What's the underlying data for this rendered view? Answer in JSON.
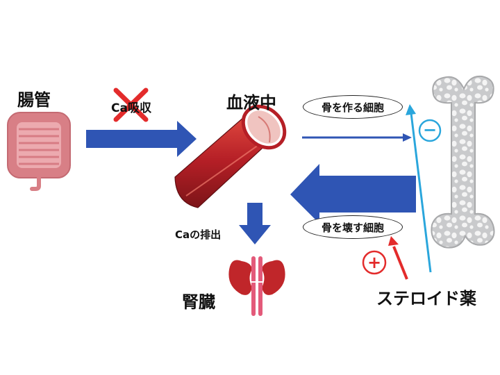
{
  "labels": {
    "intestine": "腸管",
    "blood": "血液中",
    "kidney": "腎臓",
    "ca_absorption": "Ca吸収",
    "ca_excretion": "Caの排出",
    "bone_forming": "骨を作る細胞",
    "bone_breaking": "骨を壊す細胞",
    "steroid": "ステロイド薬"
  },
  "signs": {
    "inhibit": "−",
    "promote": "+"
  },
  "colors": {
    "arrow_blue": "#2f55b4",
    "blood_red": "#c0262a",
    "cyan": "#2aa6dc",
    "red": "#e32b2b",
    "intestine": "#d87f86",
    "bone": "#d6d7d8"
  },
  "icons": [
    "intestine-icon",
    "blood-vessel-icon",
    "kidney-icon",
    "bone-icon",
    "cross-mark-icon"
  ]
}
